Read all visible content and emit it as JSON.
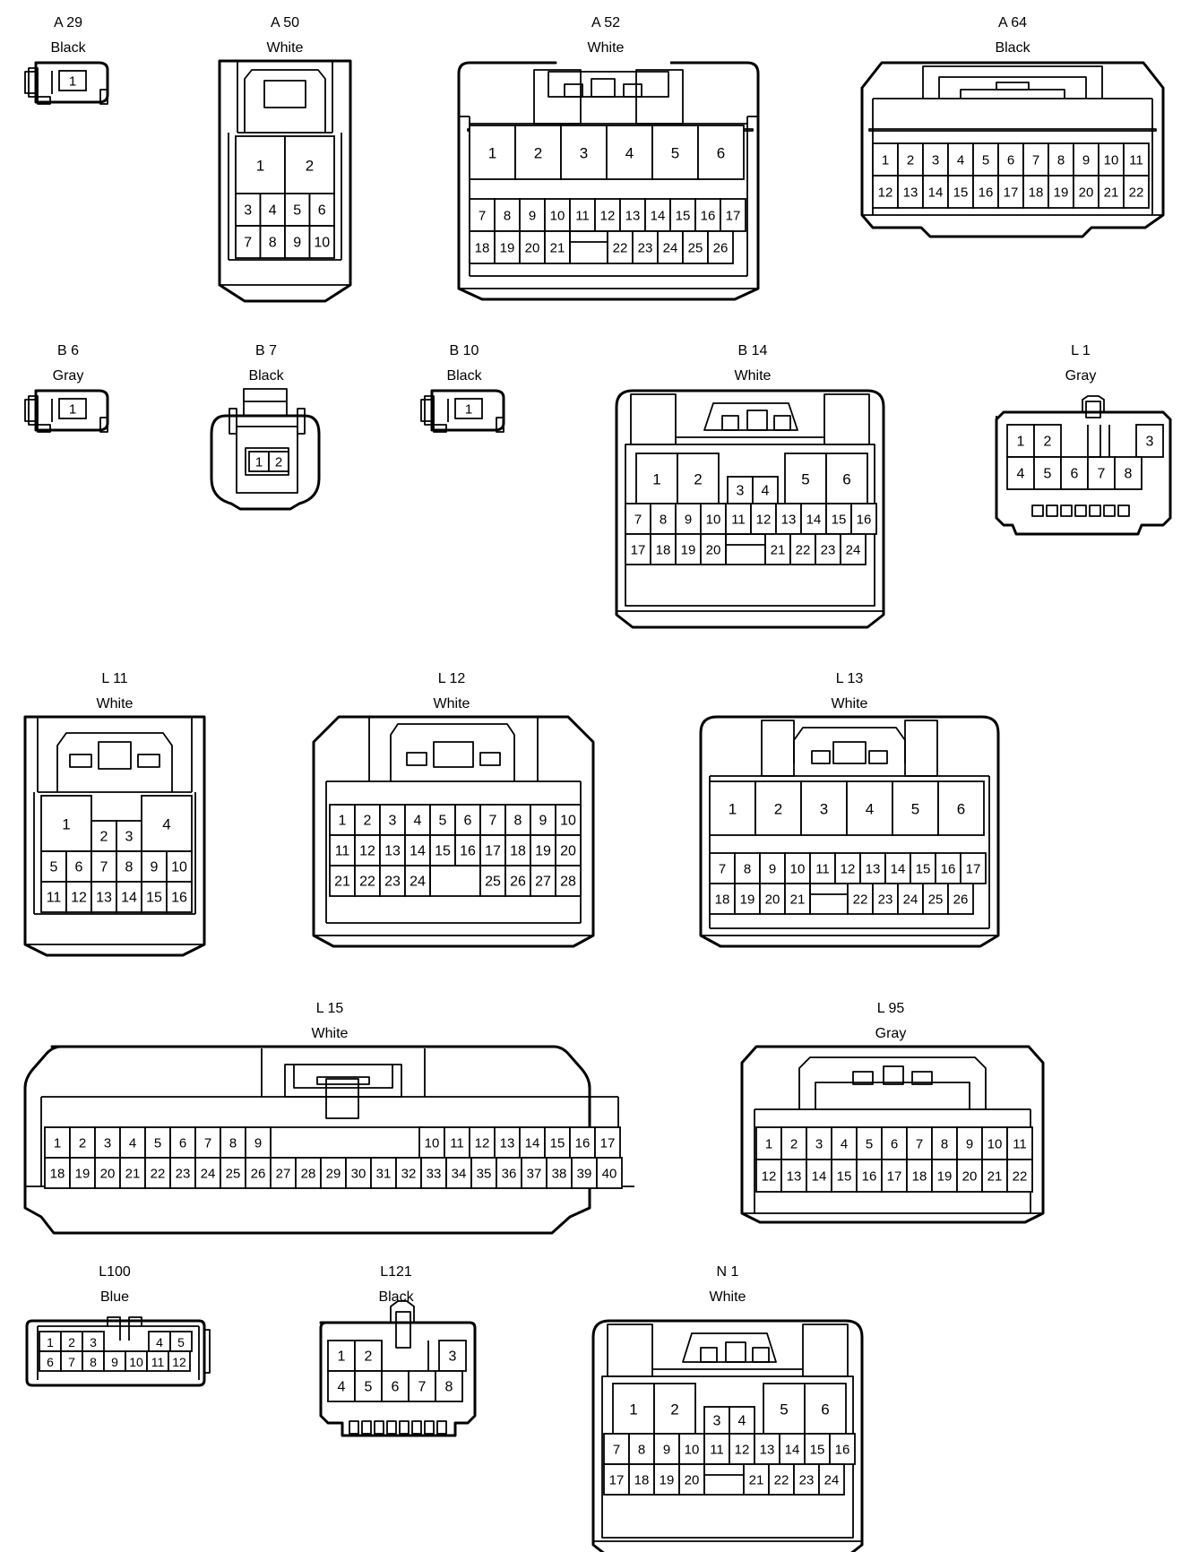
{
  "connectors": [
    {
      "id": "A29",
      "code": "A 29",
      "color": "Black",
      "pins": [
        "1"
      ]
    },
    {
      "id": "A50",
      "code": "A 50",
      "color": "White",
      "pins": [
        "1",
        "2",
        "3",
        "4",
        "5",
        "6",
        "7",
        "8",
        "9",
        "10"
      ]
    },
    {
      "id": "A52",
      "code": "A 52",
      "color": "White",
      "pins": [
        "1",
        "2",
        "3",
        "4",
        "5",
        "6",
        "7",
        "8",
        "9",
        "10",
        "11",
        "12",
        "13",
        "14",
        "15",
        "16",
        "17",
        "18",
        "19",
        "20",
        "21",
        "22",
        "23",
        "24",
        "25",
        "26"
      ]
    },
    {
      "id": "A64",
      "code": "A 64",
      "color": "Black",
      "pins": [
        "1",
        "2",
        "3",
        "4",
        "5",
        "6",
        "7",
        "8",
        "9",
        "10",
        "11",
        "12",
        "13",
        "14",
        "15",
        "16",
        "17",
        "18",
        "19",
        "20",
        "21",
        "22"
      ]
    },
    {
      "id": "B6",
      "code": "B 6",
      "color": "Gray",
      "pins": [
        "1"
      ]
    },
    {
      "id": "B7",
      "code": "B 7",
      "color": "Black",
      "pins": [
        "1",
        "2"
      ]
    },
    {
      "id": "B10",
      "code": "B 10",
      "color": "Black",
      "pins": [
        "1"
      ]
    },
    {
      "id": "B14",
      "code": "B 14",
      "color": "White",
      "pins": [
        "1",
        "2",
        "3",
        "4",
        "5",
        "6",
        "7",
        "8",
        "9",
        "10",
        "11",
        "12",
        "13",
        "14",
        "15",
        "16",
        "17",
        "18",
        "19",
        "20",
        "21",
        "22",
        "23",
        "24"
      ]
    },
    {
      "id": "L1",
      "code": "L 1",
      "color": "Gray",
      "pins": [
        "1",
        "2",
        "3",
        "4",
        "5",
        "6",
        "7",
        "8"
      ]
    },
    {
      "id": "L11",
      "code": "L 11",
      "color": "White",
      "pins": [
        "1",
        "2",
        "3",
        "4",
        "5",
        "6",
        "7",
        "8",
        "9",
        "10",
        "11",
        "12",
        "13",
        "14",
        "15",
        "16"
      ]
    },
    {
      "id": "L12",
      "code": "L 12",
      "color": "White",
      "pins": [
        "1",
        "2",
        "3",
        "4",
        "5",
        "6",
        "7",
        "8",
        "9",
        "10",
        "11",
        "12",
        "13",
        "14",
        "15",
        "16",
        "17",
        "18",
        "19",
        "20",
        "21",
        "22",
        "23",
        "24",
        "25",
        "26",
        "27",
        "28"
      ]
    },
    {
      "id": "L13",
      "code": "L 13",
      "color": "White",
      "pins": [
        "1",
        "2",
        "3",
        "4",
        "5",
        "6",
        "7",
        "8",
        "9",
        "10",
        "11",
        "12",
        "13",
        "14",
        "15",
        "16",
        "17",
        "18",
        "19",
        "20",
        "21",
        "22",
        "23",
        "24",
        "25",
        "26"
      ]
    },
    {
      "id": "L15",
      "code": "L 15",
      "color": "White",
      "pins": [
        "1",
        "2",
        "3",
        "4",
        "5",
        "6",
        "7",
        "8",
        "9",
        "10",
        "11",
        "12",
        "13",
        "14",
        "15",
        "16",
        "17",
        "18",
        "19",
        "20",
        "21",
        "22",
        "23",
        "24",
        "25",
        "26",
        "27",
        "28",
        "29",
        "30",
        "31",
        "32",
        "33",
        "34",
        "35",
        "36",
        "37",
        "38",
        "39",
        "40"
      ]
    },
    {
      "id": "L95",
      "code": "L 95",
      "color": "Gray",
      "pins": [
        "1",
        "2",
        "3",
        "4",
        "5",
        "6",
        "7",
        "8",
        "9",
        "10",
        "11",
        "12",
        "13",
        "14",
        "15",
        "16",
        "17",
        "18",
        "19",
        "20",
        "21",
        "22"
      ]
    },
    {
      "id": "L100",
      "code": "L100",
      "color": "Blue",
      "pins": [
        "1",
        "2",
        "3",
        "4",
        "5",
        "6",
        "7",
        "8",
        "9",
        "10",
        "11",
        "12"
      ]
    },
    {
      "id": "L121",
      "code": "L121",
      "color": "Black",
      "pins": [
        "1",
        "2",
        "3",
        "4",
        "5",
        "6",
        "7",
        "8"
      ]
    },
    {
      "id": "N1",
      "code": "N 1",
      "color": "White",
      "pins": [
        "1",
        "2",
        "3",
        "4",
        "5",
        "6",
        "7",
        "8",
        "9",
        "10",
        "11",
        "12",
        "13",
        "14",
        "15",
        "16",
        "17",
        "18",
        "19",
        "20",
        "21",
        "22",
        "23",
        "24"
      ]
    }
  ]
}
